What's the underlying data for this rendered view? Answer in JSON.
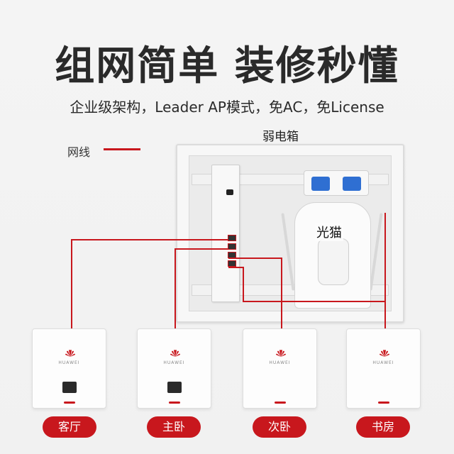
{
  "headline": "组网简单 装修秒懂",
  "subline": "企业级架构，Leader AP模式，免AC，免License",
  "legend": {
    "label": "网线"
  },
  "box": {
    "title": "弱电箱",
    "modem_label": "光猫"
  },
  "brand": "HUAWEI",
  "rooms": [
    {
      "label": "客厅"
    },
    {
      "label": "主卧"
    },
    {
      "label": "次卧"
    },
    {
      "label": "书房"
    }
  ],
  "colors": {
    "accent": "#c8171d",
    "outlet": "#2f6fd2",
    "text": "#2a2a2a"
  }
}
